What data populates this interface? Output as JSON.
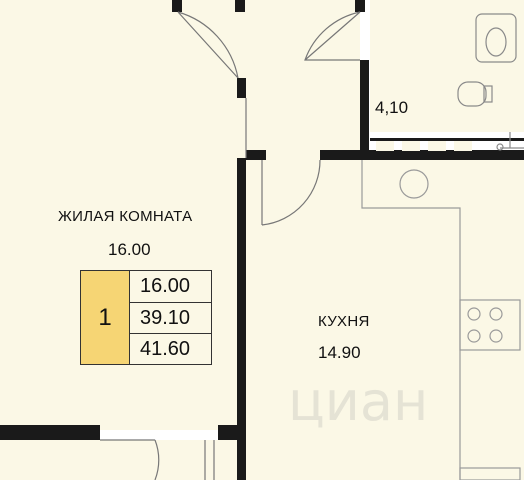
{
  "rooms": {
    "living": {
      "name": "ЖИЛАЯ КОМНАТА",
      "area": "16.00"
    },
    "bathroom": {
      "area": "4,10"
    },
    "kitchen": {
      "name": "КУХНЯ",
      "area": "14.90"
    }
  },
  "summary": {
    "rooms_count": "1",
    "living_area": "16.00",
    "total_area": "39.10",
    "total_with_balcony": "41.60"
  },
  "watermark": {
    "text": "циан"
  },
  "colors": {
    "floor": "#fbf8e6",
    "wall": "#1a1a1a",
    "badge": "#f6d574",
    "fixture": "#8a8a8a"
  }
}
